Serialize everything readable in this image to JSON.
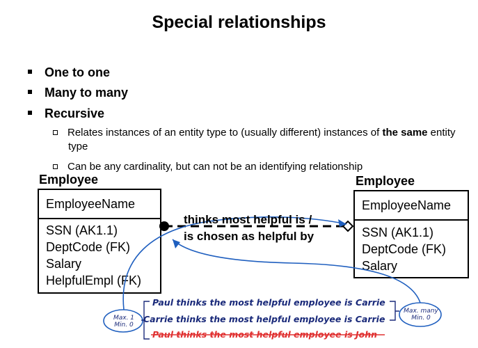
{
  "title": "Special relationships",
  "bullets": [
    "One to one",
    "Many to many",
    "Recursive"
  ],
  "subbullets": {
    "first_pre": "Relates instances of an entity type to (usually different) instances of ",
    "first_bold": "the same",
    "first_post": " entity type",
    "second": "Can be any cardinality, but can not be an identifying relationship"
  },
  "left_entity": {
    "label": "Employee",
    "key": "EmployeeName",
    "attributes": [
      "SSN (AK1.1)",
      "DeptCode (FK)",
      "Salary",
      "HelpfulEmpl (FK)"
    ]
  },
  "right_entity": {
    "label": "Employee",
    "key": "EmployeeName",
    "attributes": [
      "SSN (AK1.1)",
      "DeptCode (FK)",
      "Salary"
    ]
  },
  "relationship": {
    "line1": "thinks most helpful is /",
    "line2": "is chosen as helpful by"
  },
  "examples": [
    "Paul thinks the most helpful employee is Carrie",
    "Carrie thinks the most helpful employee is Carrie",
    "Paul thinks the most helpful employee is John"
  ],
  "left_oval": {
    "line1": "Max. 1",
    "line2": "Min. 0"
  },
  "right_oval": {
    "line1": "Max. many",
    "line2": "Min. 0"
  },
  "colors": {
    "annotation_blue": "#1f5fbf",
    "note_text": "#1a2a7a",
    "strike_red": "#e03030"
  }
}
